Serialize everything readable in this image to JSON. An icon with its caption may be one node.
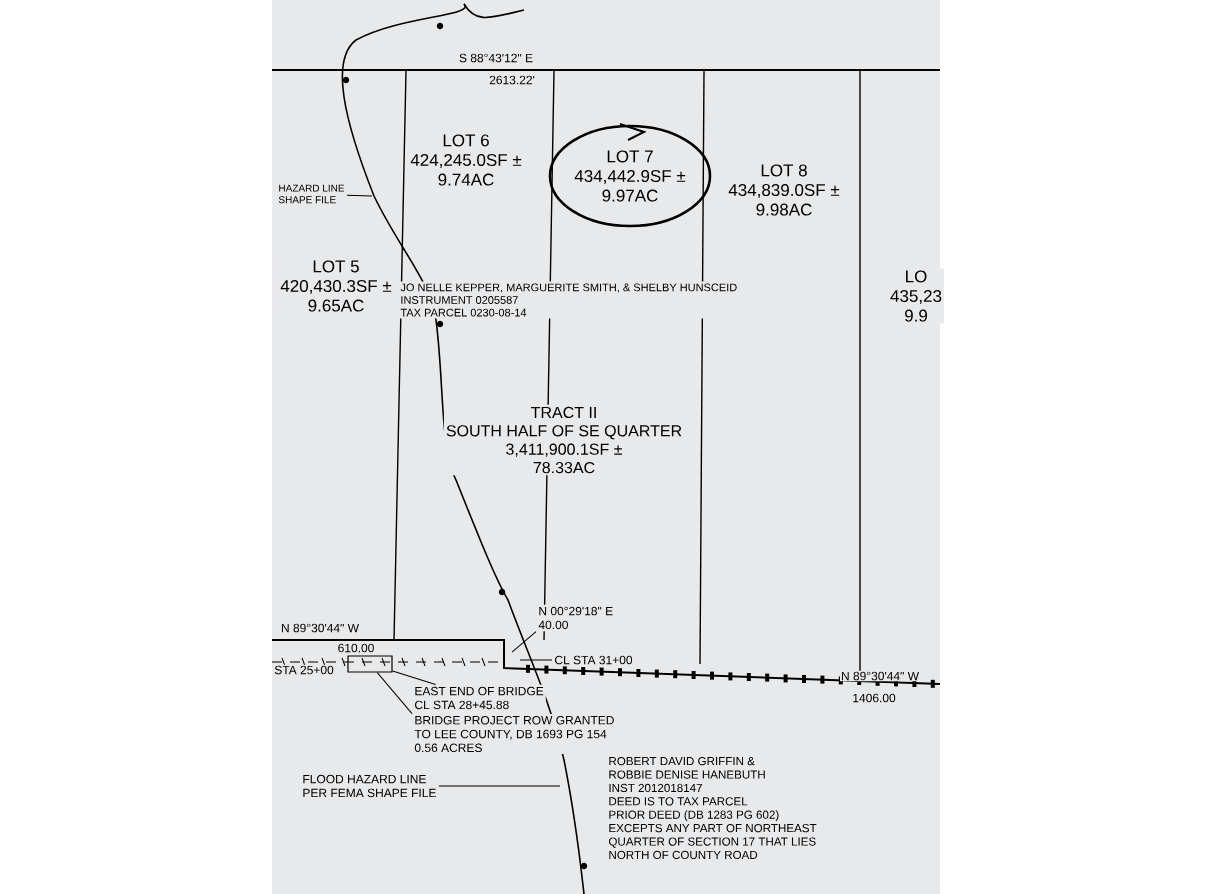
{
  "diagram": {
    "nodes": [
      {
        "text": [
          "LOT 6",
          "424,245.0SF ±",
          "9.74AC"
        ]
      },
      {
        "text": [
          "LOT 7",
          "434,442.9SF ±",
          "9.97AC"
        ]
      },
      {
        "text": [
          "LOT 8",
          "434,839.0SF ±",
          "9.98AC"
        ]
      },
      {
        "text": [
          "LOT 5",
          "420,430.3SF ±",
          "9.65AC"
        ]
      },
      {
        "text": [
          "LO",
          "435,23",
          "9.9"
        ]
      },
      {
        "text": [
          "JO NELLE KEPPER, MARGUERITE SMITH, & SHELBY HUNSCEID",
          "INSTRUMENT 0205587",
          "TAX PARCEL 0230-08-14"
        ]
      },
      {
        "text": [
          "TRACT II",
          "SOUTH HALF OF SE QUARTER",
          "3,411,900.1SF ±",
          "78.33AC"
        ]
      },
      {
        "text": [
          "HAZARD LINE",
          "SHAPE FILE"
        ]
      },
      {
        "text": [
          "N 00°29'18\" E",
          "40.00"
        ]
      },
      {
        "text": [
          "CL STA 31+00"
        ]
      },
      {
        "text": [
          "EAST END OF BRIDGE",
          "CL STA 28+45.88"
        ]
      },
      {
        "text": [
          "BRIDGE PROJECT ROW GRANTED",
          "TO LEE COUNTY, DB 1693 PG 154",
          "0.56 ACRES"
        ]
      },
      {
        "text": [
          "FLOOD HAZARD LINE",
          "PER FEMA SHAPE FILE"
        ]
      },
      {
        "text": [
          "ROBERT DAVID GRIFFIN &",
          "ROBBIE DENISE HANEBUTH",
          "INST 2012018147",
          "DEED IS TO TAX PARCEL",
          "PRIOR DEED (DB 1283 PG 602)",
          "EXCEPTS ANY PART OF NORTHEAST",
          "QUARTER OF SECTION 17 THAT LIES",
          "NORTH OF COUNTY ROAD"
        ]
      },
      {
        "text": [],
        "shape": "box"
      }
    ],
    "edges": [
      {
        "from": 7,
        "to": null,
        "arrow": "none"
      },
      {
        "from": 8,
        "to": null,
        "arrow": "none"
      },
      {
        "from": 9,
        "to": null,
        "arrow": "none"
      },
      {
        "from": 10,
        "to": 14,
        "arrow": "none"
      },
      {
        "from": 11,
        "to": 14,
        "arrow": "none"
      },
      {
        "from": 12,
        "to": null,
        "arrow": "none"
      }
    ],
    "labels": [
      "S 88°43'12\" E",
      "2613.22'",
      "N 89°30'44\" W",
      "610.00",
      "STA 25+00",
      "N 89°30'44\" W",
      "1406.00"
    ]
  }
}
